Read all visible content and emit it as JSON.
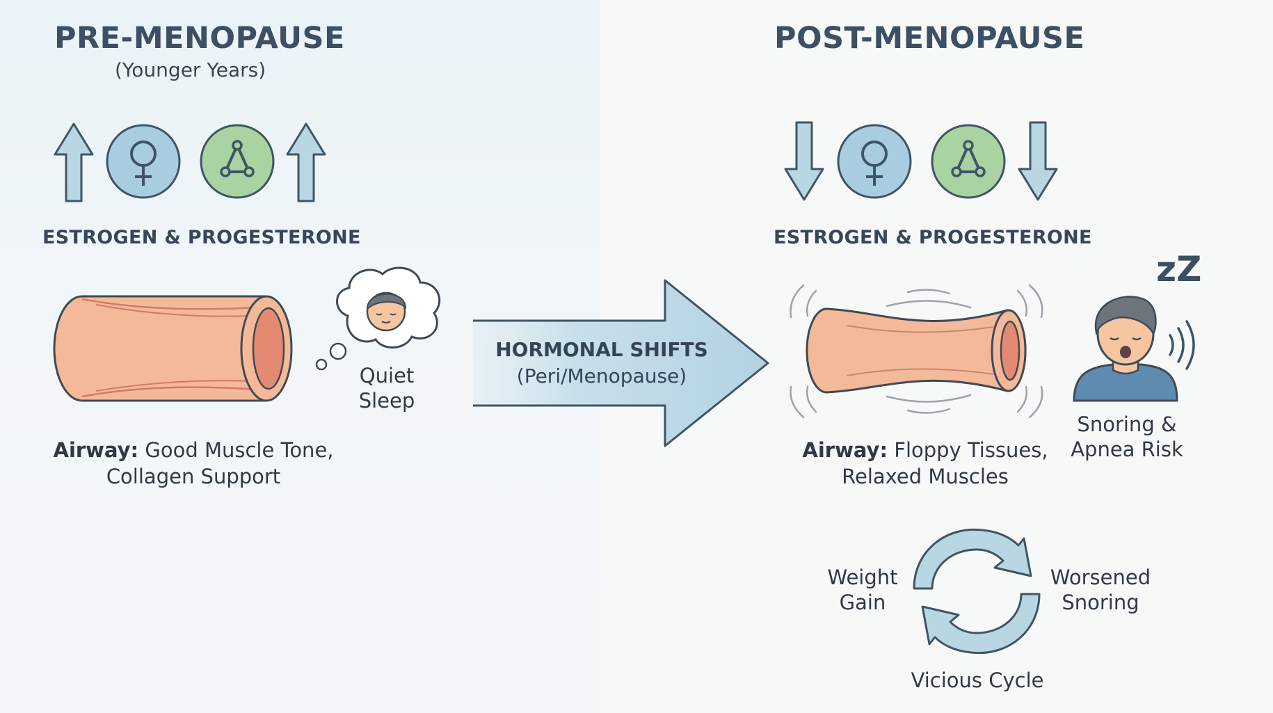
{
  "left": {
    "title": "PRE-MENOPAUSE",
    "subtitle": "(Younger Years)",
    "hormone_label": "ESTROGEN & PROGESTERONE",
    "sleep_line1": "Quiet",
    "sleep_line2": "Sleep",
    "airway_bold": "Airway:",
    "airway_line1": "Good Muscle Tone,",
    "airway_line2": "Collagen Support"
  },
  "center": {
    "shift_title": "HORMONAL SHIFTS",
    "shift_sub": "(Peri/Menopause)"
  },
  "right": {
    "title": "POST-MENOPAUSE",
    "hormone_label": "ESTROGEN & PROGESTERONE",
    "airway_bold": "Airway:",
    "airway_line1": "Floppy Tissues,",
    "airway_line2": "Relaxed Muscles",
    "snore_line1": "Snoring &",
    "snore_line2": "Apnea Risk",
    "snore_letters": "zZ",
    "cycle_left_line1": "Weight",
    "cycle_left_line2": "Gain",
    "cycle_right_line1": "Worsened",
    "cycle_right_line2": "Snoring",
    "cycle_bottom": "Vicious Cycle"
  },
  "icons": {
    "estrogen": "female-symbol-icon",
    "progesterone": "molecule-icon",
    "up": "arrow-up-icon",
    "down": "arrow-down-icon",
    "cycle": "cycle-arrows-icon"
  },
  "colors": {
    "arrow_blue": "#b9d6e3",
    "arrow_stroke": "#3f5566",
    "estrogen_fill": "#a9cde0",
    "progesterone_fill": "#a9d3a1",
    "airway_fill": "#f4b999",
    "airway_inner": "#e58a72",
    "skin": "#f6c6a1",
    "hair": "#6e747c",
    "shirt": "#5f8bb0"
  }
}
